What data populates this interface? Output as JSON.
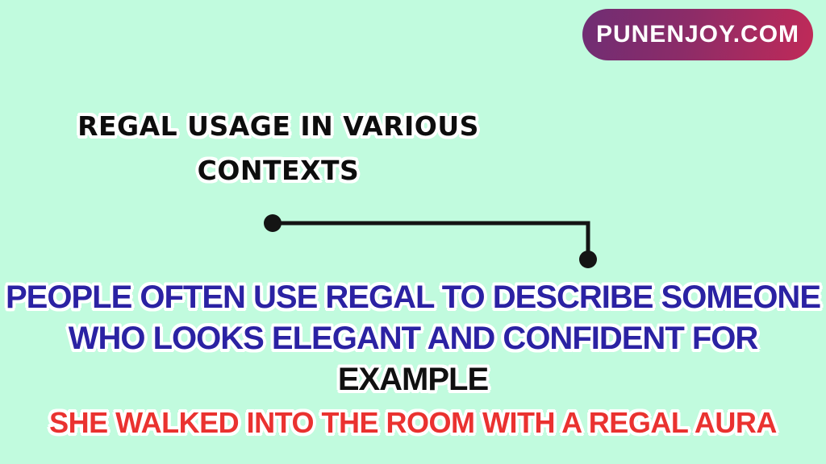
{
  "page": {
    "background_color": "#c1fbde"
  },
  "badge": {
    "label": "PUNENJOY.COM",
    "gradient_from": "#6f2d74",
    "gradient_to": "#c02a58",
    "text_color": "#ffffff"
  },
  "title": {
    "lines": [
      "REGAL USAGE IN VARIOUS",
      "CONTEXTS"
    ],
    "color": "#0d0d0d"
  },
  "connector": {
    "color": "#141414"
  },
  "body": {
    "blue_lines": [
      "PEOPLE OFTEN USE REGAL TO DESCRIBE SOMEONE",
      "WHO LOOKS ELEGANT AND CONFIDENT FOR"
    ],
    "black_line": "EXAMPLE",
    "red_line": "SHE WALKED INTO THE ROOM WITH A REGAL AURA",
    "blue_color": "#2b22a3",
    "black_color": "#101010",
    "red_color": "#ea3230"
  }
}
